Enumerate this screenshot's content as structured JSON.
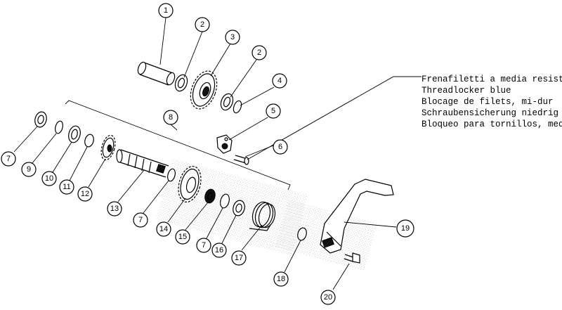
{
  "callouts": [
    "1",
    "2",
    "3",
    "2",
    "4",
    "5",
    "6",
    "7",
    "8",
    "9",
    "10",
    "11",
    "12",
    "13",
    "7",
    "14",
    "15",
    "7",
    "16",
    "17",
    "18",
    "19",
    "20"
  ],
  "threadlocker_note": [
    "Frenafiletti a media resistenza",
    "Threadlocker blue",
    "Blocage de filets, mi-dur",
    "Schraubensicherung niedrig fest",
    "Bloqueo para tornillos, mediano"
  ],
  "colors": {
    "ink": "#000000",
    "paper": "#ffffff",
    "stipple": "#b5b5b5"
  }
}
